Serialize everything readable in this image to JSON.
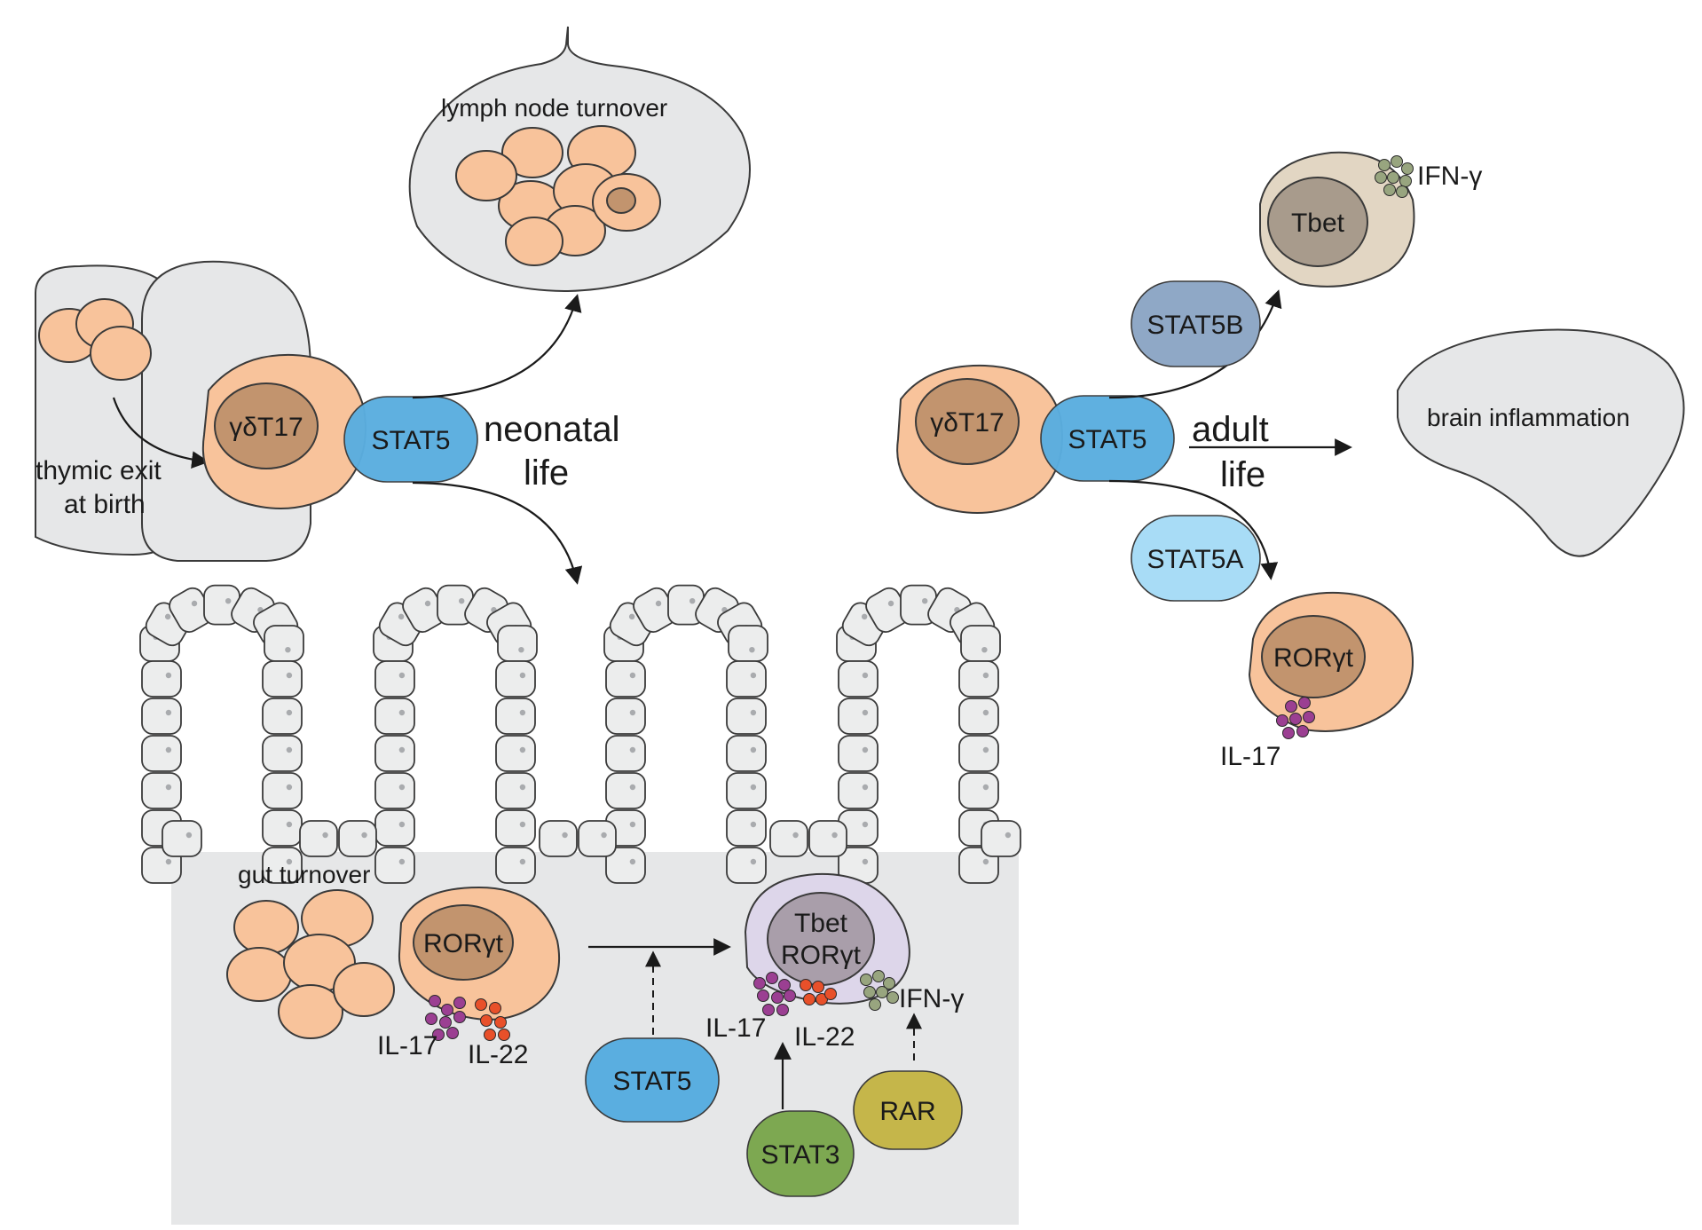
{
  "colors": {
    "tcell": "#f8c39b",
    "tcell_nucleus": "#c2946e",
    "stat5": "#5aaee0",
    "stat5b": "#8fa8c6",
    "stat5a": "#a8dcf6",
    "stat3": "#7da851",
    "rar": "#c5b64a",
    "il17_dots": "#9b3f92",
    "il22_dots": "#e8502a",
    "ifng_dots": "#98a57f",
    "tissue_gray": "#e6e7e8",
    "tbet_cell": "#e2d6c3",
    "tbet_nucleus": "#a89b8c",
    "dual_cell": "#ddd6ea",
    "dual_nucleus": "#a99eaa"
  },
  "left": {
    "thymus": {
      "label_line1": "thymic exit",
      "label_line2": "at birth"
    },
    "cell": {
      "nucleus_label": "γδT17",
      "stat_label": "STAT5"
    },
    "phase_line1": "neonatal",
    "phase_line2": "life",
    "lymph_node": {
      "label": "lymph node turnover"
    },
    "gut": {
      "label": "gut turnover",
      "cell_nucleus": "RORγt",
      "il17": "IL-17",
      "il22": "IL-22",
      "dual_nucleus_line1": "Tbet",
      "dual_nucleus_line2": "RORγt",
      "dual_il17": "IL-17",
      "dual_il22": "IL-22",
      "dual_ifng": "IFN-γ",
      "stat5": "STAT5",
      "stat3": "STAT3",
      "rar": "RAR"
    }
  },
  "right": {
    "cell": {
      "nucleus_label": "γδT17",
      "stat_label": "STAT5"
    },
    "phase_line1": "adult",
    "phase_line2": "life",
    "brain": {
      "label": "brain inflammation"
    },
    "tbet_cell": {
      "nucleus": "Tbet",
      "ifng": "IFN-γ",
      "factor": "STAT5B"
    },
    "ror_cell": {
      "nucleus": "RORγt",
      "il17": "IL-17",
      "factor": "STAT5A"
    }
  }
}
